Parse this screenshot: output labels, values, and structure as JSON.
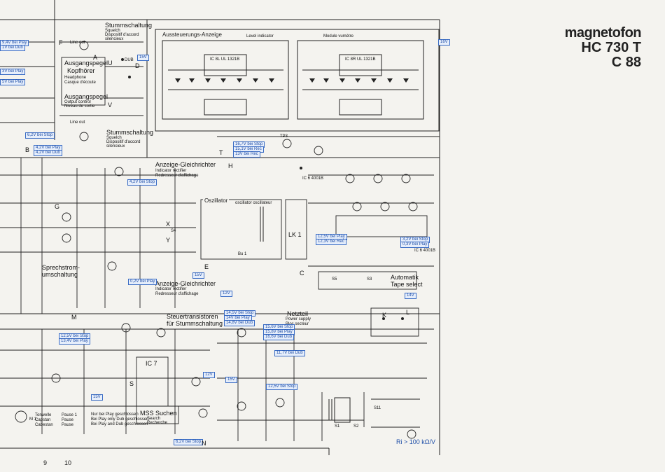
{
  "brand": {
    "name": "magnetofon",
    "model": "HC 730 T",
    "variant": "C 88"
  },
  "pages": {
    "left": "9",
    "right": "10"
  },
  "sections": {
    "stummschaltung_top": {
      "title": "Stummschaltung",
      "sub1": "Squelch",
      "sub2": "Dispositif d'accord",
      "sub3": "silencieux"
    },
    "stummschaltung_mid": {
      "title": "Stummschaltung",
      "sub1": "Squelch",
      "sub2": "Dispositif d'accord",
      "sub3": "silencieux"
    },
    "kopfhoerer": {
      "l1": "Ausgangspegel",
      "l2": "Kopfhörer",
      "l3": "Headphone",
      "l4": "Casque d'écoute"
    },
    "ausgangspegel": {
      "l1": "Ausgangspegel",
      "l2": "Output control",
      "l3": "Niveau de sortie"
    },
    "aussteuerung": {
      "title": "Aussteuerungs-Anzeige",
      "t2": "Level  indicator",
      "t3": "Module  vumètre"
    },
    "anzeige_top": {
      "l1": "Anzeige-Gleichrichter",
      "l2": "Indicator rectifier",
      "l3": "Redresseur d'affichage"
    },
    "anzeige_bottom": {
      "l1": "Anzeige-Gleichrichter",
      "l2": "Indicator rectifier",
      "l3": "Redresseur d'affichage"
    },
    "oszillator": {
      "title": "Oszillator",
      "sub": "oscillator  oscillateur"
    },
    "sprechstrom": {
      "l1": "Sprechstrom-",
      "l2": "umschaltung"
    },
    "steuer": {
      "l1": "Steuertransistoren",
      "l2": "für Stummschaltung"
    },
    "netzteil": {
      "l1": "Netzteil",
      "l2": "Power  supply",
      "l3": "Bloc  secteur"
    },
    "automatik": {
      "l1": "Automatik",
      "l2": "Tape select"
    },
    "mss": {
      "l1": "MSS  Suchen",
      "l2": "Search",
      "l3": "Recherche"
    },
    "tonwelle": {
      "l1": "Tonwelle",
      "l2": "Capstan",
      "l3": "Cabestan"
    },
    "pause": {
      "l1": "Pause  1",
      "l2": "Pause",
      "l3": "Pause"
    },
    "play_notes": {
      "l1": "Nur bei Play geschlossen",
      "l2": "Bei Play only Dub geschlossen",
      "l3": "Bei Play and Dub geschlossen"
    }
  },
  "blue_notes": [
    "9,4V bei Play",
    "1V bei Dub",
    "3V bei Play",
    "5V bei Play",
    "16,7V bei Stop",
    "15,1V bei Rec",
    "13V bei Rec",
    "4,2V bei Stop",
    "12,5V bei Play",
    "12,3V bei Rec",
    "3,2V bei Stop",
    "0,3V bei Play",
    "14,5V bei Stop",
    "14V bei Play",
    "14,8V bei Dub",
    "15,6V bei Stop",
    "15,8V bei Play",
    "16,6V bei Dub",
    "11,7V bei Dub",
    "12,5V bei Stop",
    "13,4V bei Play",
    "12,5V bei Stop",
    "0,2V bei Play",
    "4,2V bei Play",
    "4,2V bei Dub",
    "6,2V bei Stop",
    "12V",
    "6,2V bei Stop"
  ],
  "components": {
    "ic_top1": "IC 8L UL 1321B",
    "ic_top2": "IC 8R UL 1321B",
    "ic6a": "IC 6 4001B",
    "ic6b": "IC 6 4001B",
    "ic7": "IC 7",
    "lk1": "LK 1",
    "bu1": "Bu 1",
    "m1": "M 1",
    "s11": "S11",
    "s1": "S1",
    "s2": "S2",
    "s3": "S3",
    "s4": "S4",
    "s5": "S5",
    "tp3": "TP3",
    "dub": "DUB",
    "line_out": "Line out",
    "line_out2": "Line out"
  },
  "meter": {
    "label": "Ri > 100 kΩ/V"
  },
  "voltage_tags": [
    "15V",
    "16V",
    "12V",
    "14V",
    "15V",
    "15V",
    "15V"
  ],
  "letters": {
    "a": "A",
    "b": "B",
    "c": "C",
    "d": "D",
    "e": "E",
    "f": "F",
    "g": "G",
    "h": "H",
    "k": "K",
    "l": "L",
    "m": "M",
    "n": "N",
    "s": "S",
    "t": "T",
    "u": "U",
    "v": "V",
    "x": "X",
    "y": "Y"
  }
}
